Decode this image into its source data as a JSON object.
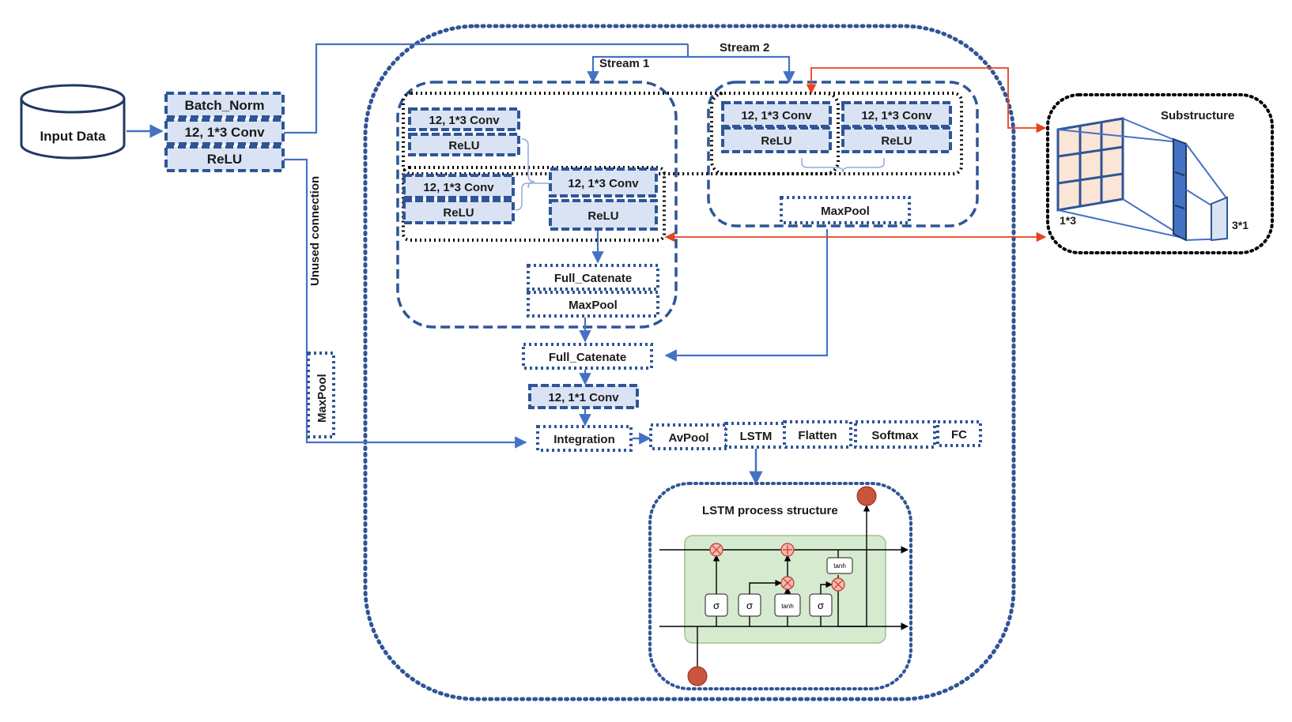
{
  "input": {
    "label": "Input Data"
  },
  "entry_stack": {
    "batch_norm": "Batch_Norm",
    "conv": "12, 1*3 Conv",
    "relu": "ReLU"
  },
  "unused_connection_label": "Unused connection",
  "side_maxpool": "MaxPool",
  "stream1": {
    "title": "Stream 1",
    "row1_conv": "12, 1*3 Conv",
    "row1_relu": "ReLU",
    "row2_conv": "12, 1*3 Conv",
    "row2_relu": "ReLU",
    "row2b_conv": "12, 1*3 Conv",
    "row2b_relu": "ReLU",
    "full_catenate": "Full_Catenate",
    "maxpool": "MaxPool"
  },
  "stream2": {
    "title": "Stream 2",
    "a_conv": "12, 1*3 Conv",
    "a_relu": "ReLU",
    "b_conv": "12, 1*3 Conv",
    "b_relu": "ReLU",
    "maxpool": "MaxPool"
  },
  "merge": {
    "full_catenate": "Full_Catenate",
    "conv_1x1": "12, 1*1 Conv",
    "integration": "Integration"
  },
  "pipeline": [
    "AvPool",
    "LSTM",
    "Flatten",
    "Softmax",
    "FC"
  ],
  "lstm": {
    "title": "LSTM process structure",
    "tanh_top": "tanh",
    "tanh_mid": "tanh",
    "sigma": "σ"
  },
  "substructure": {
    "title": "Substructure",
    "label_left": "1*3",
    "label_right": "3*1"
  },
  "colors": {
    "blue": "#2f5597",
    "light_fill": "#dae3f3",
    "orange_red": "#e8421f",
    "green": "#d6ead0",
    "grid_fill": "#fbe5d6"
  }
}
